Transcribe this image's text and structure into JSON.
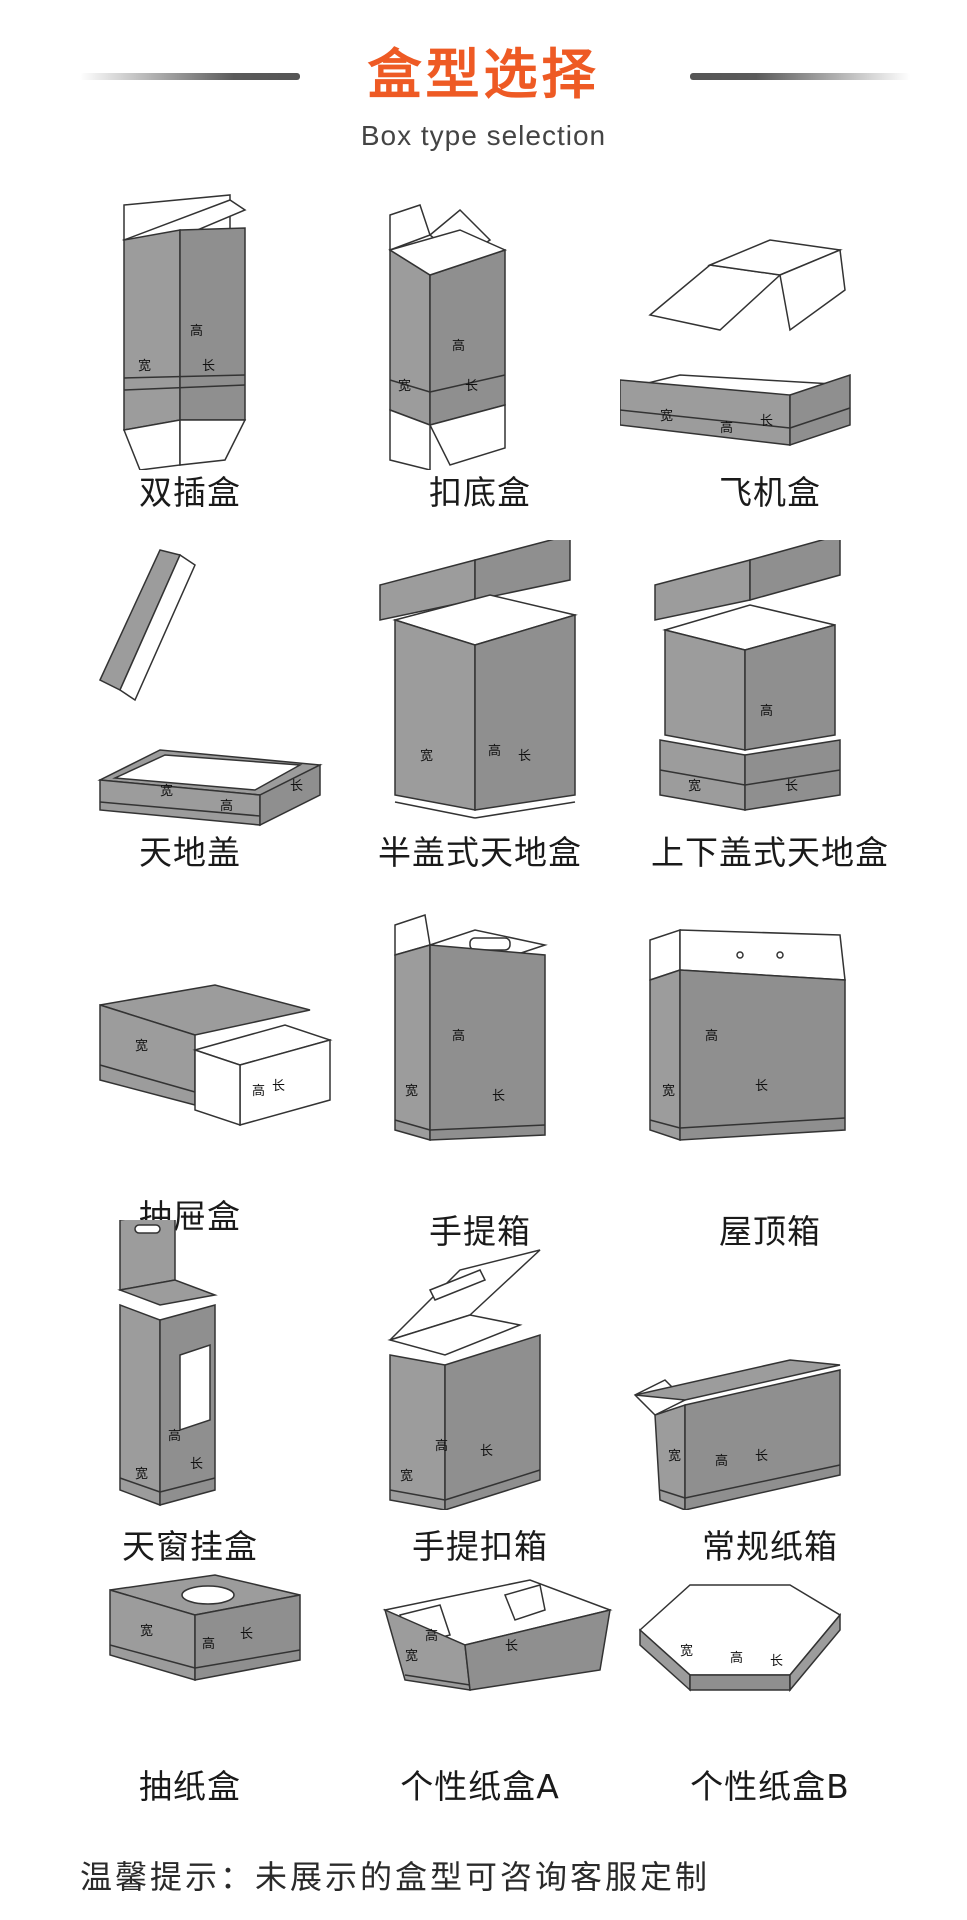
{
  "header": {
    "title": "盒型选择",
    "title_color": "#ee5a24",
    "subtitle": "Box type selection"
  },
  "boxes": [
    {
      "label": "双插盒",
      "icon": "tuck-end-box-icon"
    },
    {
      "label": "扣底盒",
      "icon": "lock-bottom-box-icon"
    },
    {
      "label": "飞机盒",
      "icon": "mailer-box-icon"
    },
    {
      "label": "天地盖",
      "icon": "lid-and-base-box-icon"
    },
    {
      "label": "半盖式天地盒",
      "icon": "half-lid-box-icon"
    },
    {
      "label": "上下盖式天地盒",
      "icon": "top-bottom-lid-box-icon"
    },
    {
      "label": "抽屉盒",
      "icon": "drawer-box-icon"
    },
    {
      "label": "手提箱",
      "icon": "handle-carton-icon"
    },
    {
      "label": "屋顶箱",
      "icon": "roof-box-icon"
    },
    {
      "label": "天窗挂盒",
      "icon": "window-hang-box-icon"
    },
    {
      "label": "手提扣箱",
      "icon": "handle-lock-box-icon"
    },
    {
      "label": "常规纸箱",
      "icon": "regular-carton-icon"
    },
    {
      "label": "抽纸盒",
      "icon": "tissue-box-icon"
    },
    {
      "label": "个性纸盒A",
      "icon": "custom-box-a-icon"
    },
    {
      "label": "个性纸盒B",
      "icon": "custom-box-b-icon"
    }
  ],
  "dims": {
    "w": "宽",
    "h": "高",
    "l": "长"
  },
  "footer": {
    "note": "温馨提示：未展示的盒型可咨询客服定制"
  },
  "colors": {
    "panel": "#9c9c9c",
    "panel_dark": "#8a8a8a",
    "stroke": "#333333"
  }
}
